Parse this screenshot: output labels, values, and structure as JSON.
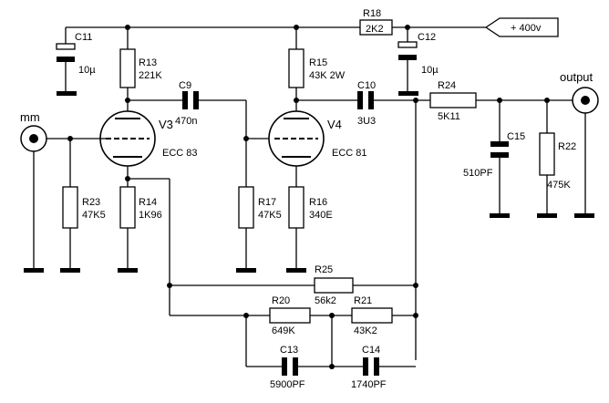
{
  "components": {
    "C11": {
      "ref": "C11",
      "value": "10µ"
    },
    "R13": {
      "ref": "R13",
      "value": "221K"
    },
    "C9": {
      "ref": "C9",
      "value": "470n"
    },
    "V3": {
      "ref": "V3",
      "type": "ECC 83"
    },
    "R14": {
      "ref": "R14",
      "value": "1K96"
    },
    "R23": {
      "ref": "R23",
      "value": "47K5"
    },
    "R18": {
      "ref": "R18",
      "value": "2K2"
    },
    "C12": {
      "ref": "C12",
      "value": "10µ"
    },
    "R15": {
      "ref": "R15",
      "value": "43K 2W"
    },
    "C10": {
      "ref": "C10",
      "value": "3U3"
    },
    "V4": {
      "ref": "V4",
      "type": "ECC 81"
    },
    "R17": {
      "ref": "R17",
      "value": "47K5"
    },
    "R16": {
      "ref": "R16",
      "value": "340E"
    },
    "R24": {
      "ref": "R24",
      "value": "5K11"
    },
    "C15": {
      "ref": "C15",
      "value": "510PF"
    },
    "R22": {
      "ref": "R22",
      "value": "475K"
    },
    "R25": {
      "ref": "R25",
      "value": "56k2"
    },
    "R20": {
      "ref": "R20",
      "value": "649K"
    },
    "R21": {
      "ref": "R21",
      "value": "43K2"
    },
    "C13": {
      "ref": "C13",
      "value": "5900PF"
    },
    "C14": {
      "ref": "C14",
      "value": "1740PF"
    }
  },
  "supply": {
    "label": "+ 400v"
  },
  "ports": {
    "input": "mm",
    "output": "output"
  }
}
